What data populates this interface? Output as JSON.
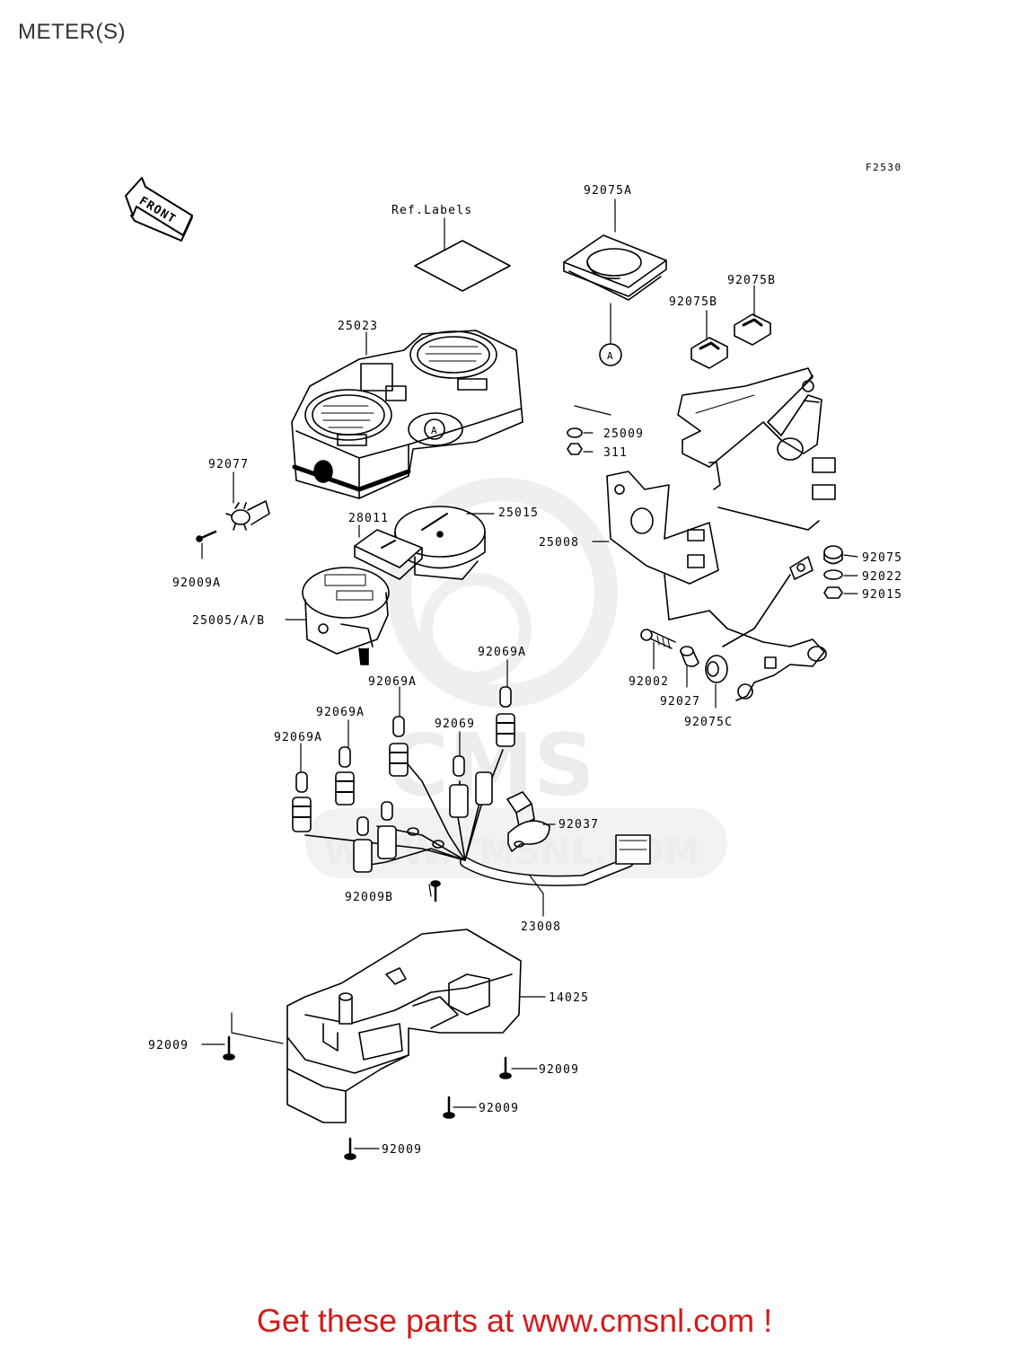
{
  "page": {
    "title": "METER(S)"
  },
  "diagram": {
    "code": "F2530",
    "front_label": "FRONT",
    "ref_marker": "A",
    "labels": {
      "ref_labels": "Ref.Labels",
      "p92075A": "92075A",
      "p92075B_1": "92075B",
      "p92075B_2": "92075B",
      "p25023": "25023",
      "p25009": "25009",
      "p311": "311",
      "p92077": "92077",
      "p28011": "28011",
      "p25015": "25015",
      "p25008": "25008",
      "p92075": "92075",
      "p92022": "92022",
      "p92015": "92015",
      "p92009A": "92009A",
      "p25005": "25005/A/B",
      "p92069A_1": "92069A",
      "p92069A_2": "92069A",
      "p92069A_3": "92069A",
      "p92069A_4": "92069A",
      "p92069": "92069",
      "p92002": "92002",
      "p92027": "92027",
      "p92075C": "92075C",
      "p92037": "92037",
      "p92009B": "92009B",
      "p23008": "23008",
      "p14025": "14025",
      "p92009_1": "92009",
      "p92009_2": "92009",
      "p92009_3": "92009",
      "p92009_4": "92009"
    }
  },
  "watermark": {
    "text": "CMS",
    "url_text": "WWW.CMSNL.COM"
  },
  "footer": {
    "text": "Get these parts at www.cmsnl.com !"
  },
  "colors": {
    "footer": "#d31b1b",
    "watermark": "#ececec",
    "title": "#333333"
  }
}
